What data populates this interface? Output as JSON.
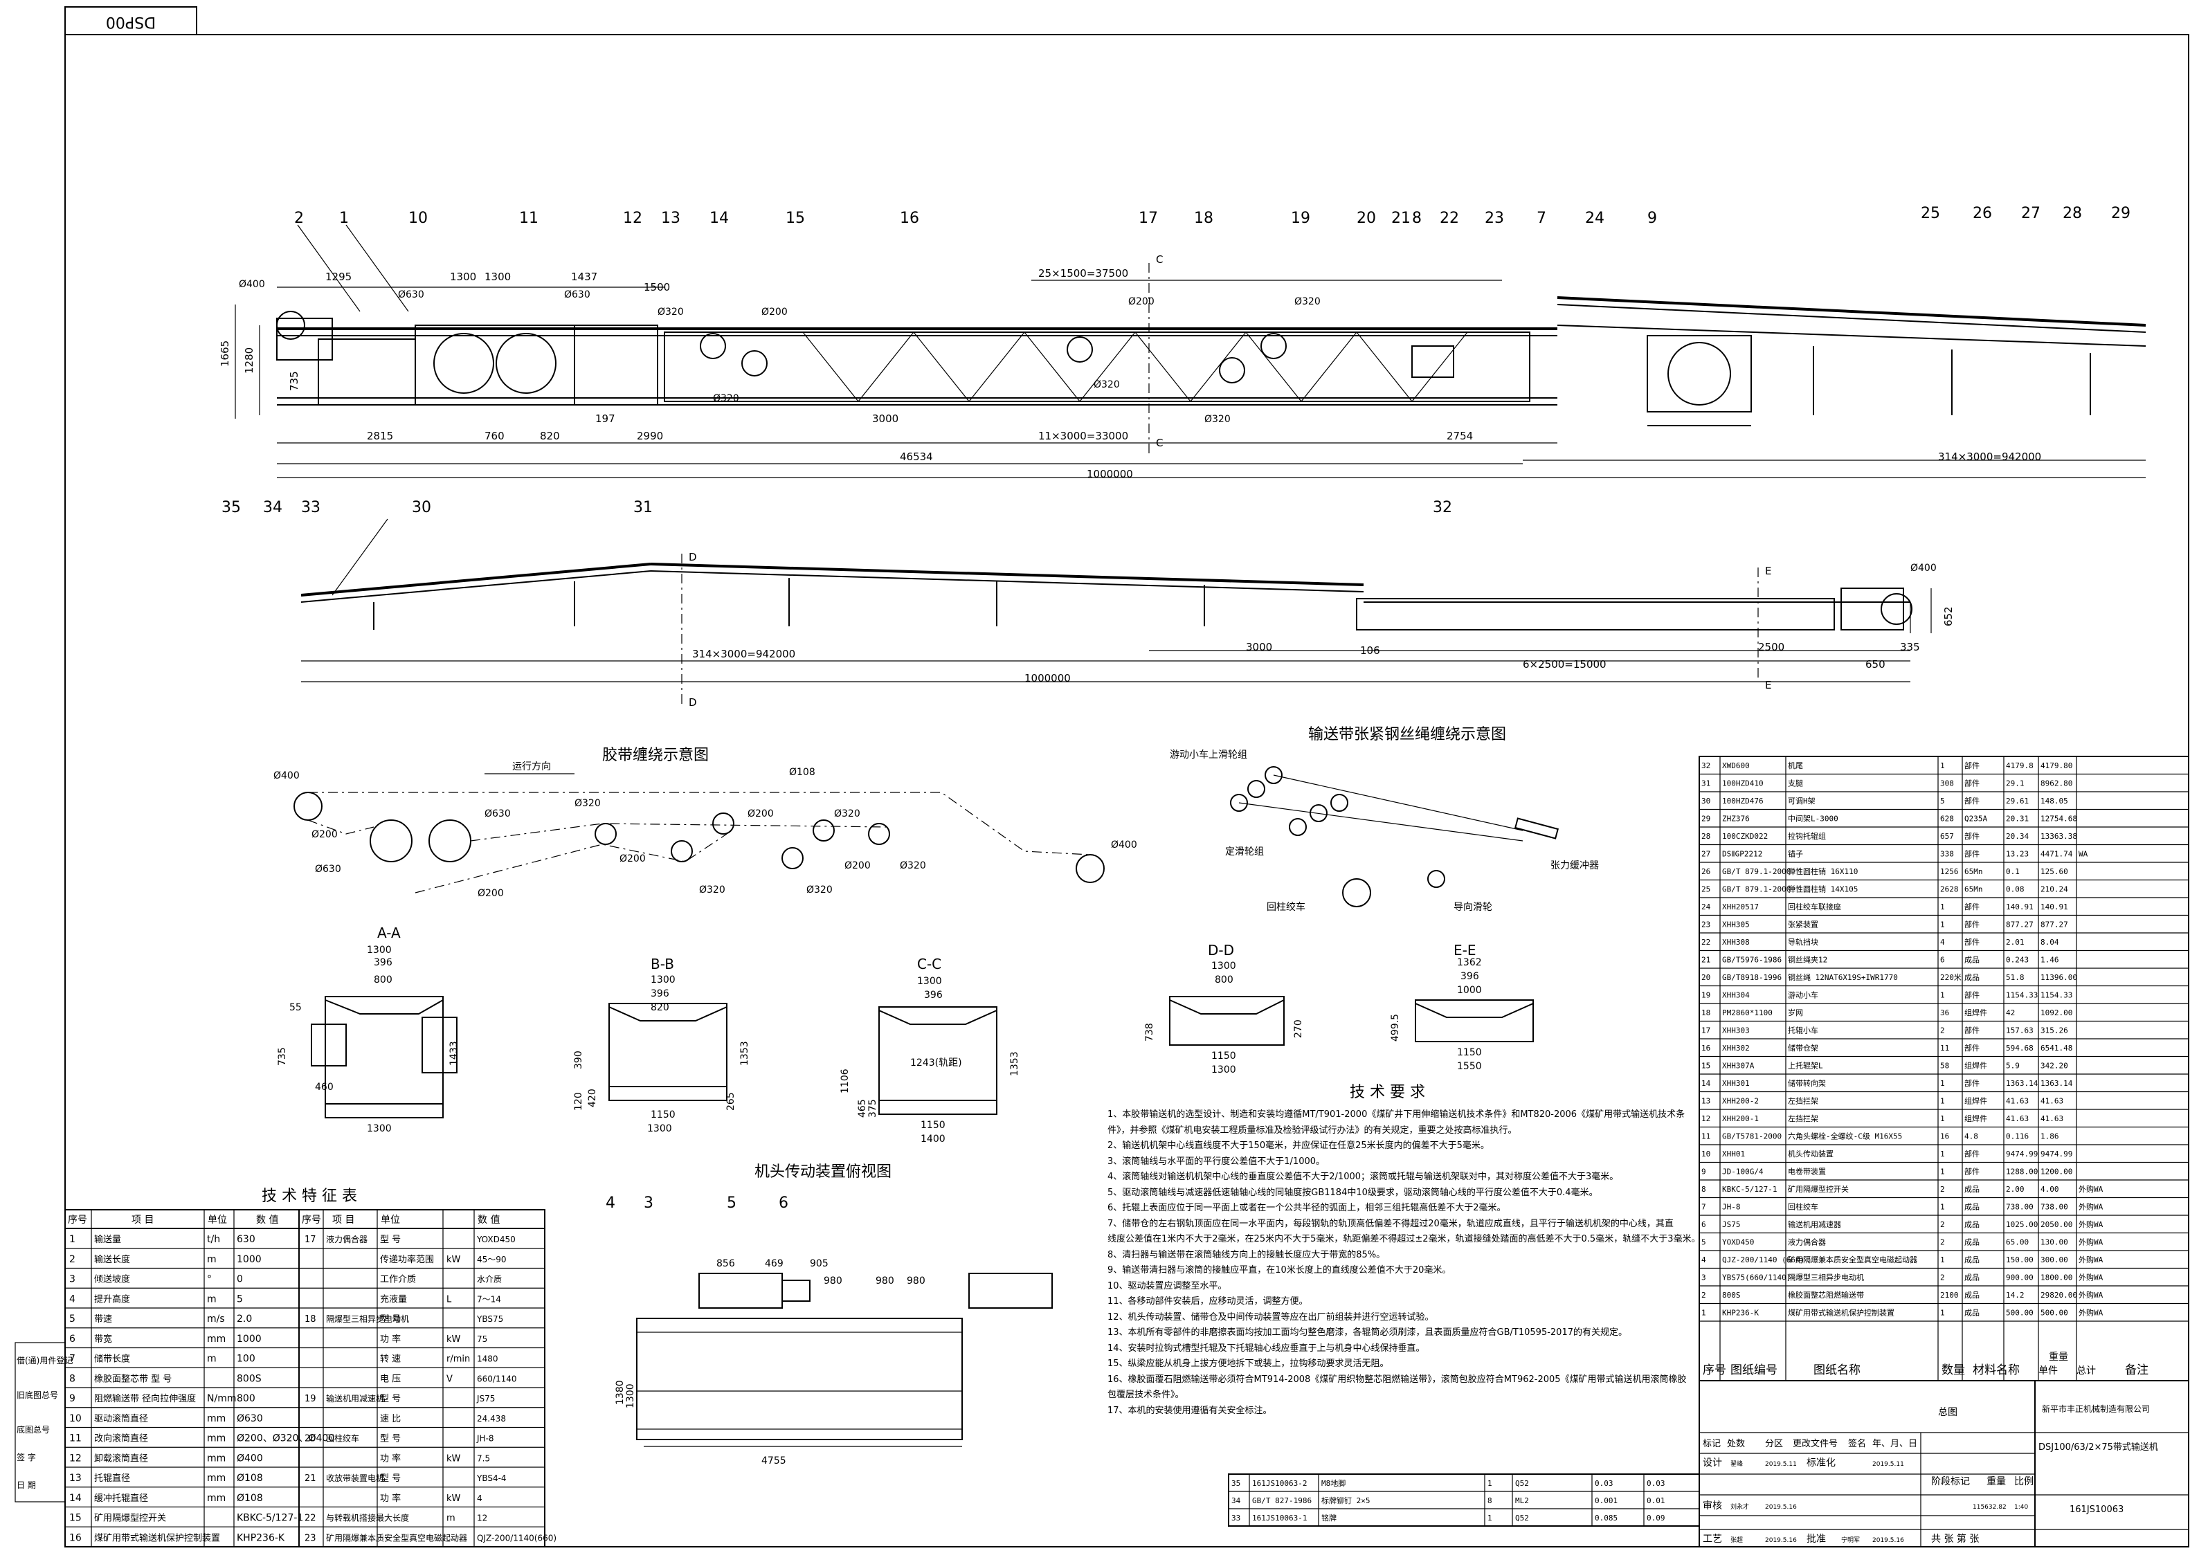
{
  "drawing_code": "DSP00",
  "titles": {
    "belt_wrap": "胶带缠绕示意图",
    "rope_wrap": "输送带张紧钢丝绳缠绕示意图",
    "head_drive": "机头传动装置俯视图",
    "tech_req": "技 术 要 求",
    "spec_table": "技 术 特 征 表"
  },
  "sections": [
    "A-A",
    "B-B",
    "C-C",
    "D-D",
    "E-E"
  ],
  "section_letters": [
    "A",
    "B",
    "C",
    "D",
    "E"
  ],
  "balloons_top": [
    "2",
    "1",
    "10",
    "11",
    "12",
    "13",
    "14",
    "15",
    "16",
    "17",
    "18",
    "19",
    "20",
    "21",
    "8",
    "22",
    "23",
    "7",
    "24",
    "9",
    "25",
    "26",
    "27",
    "28",
    "29"
  ],
  "balloons_mid": [
    "35",
    "34",
    "33",
    "30",
    "31",
    "32"
  ],
  "balloons_drive": [
    "4",
    "3",
    "5",
    "6"
  ],
  "dims_top": [
    "1295",
    "1300",
    "1300",
    "1437",
    "1500",
    "25×1500=37500",
    "1665",
    "1280",
    "735",
    "2815",
    "760",
    "820",
    "197",
    "2990",
    "3000",
    "11×3000=33000",
    "2754",
    "46534",
    "1000000",
    "314×3000=942000"
  ],
  "dia_top": [
    "Ø400",
    "Ø630",
    "Ø630",
    "Ø320",
    "Ø200",
    "Ø320",
    "Ø200",
    "Ø320",
    "Ø320",
    "Ø320"
  ],
  "dims_mid": [
    "314×3000=942000",
    "3000",
    "106",
    "6×2500=15000",
    "2500",
    "650",
    "335",
    "1000000",
    "652",
    "Ø400"
  ],
  "belt_labels": [
    "运行方向",
    "Ø400",
    "Ø200",
    "Ø630",
    "Ø630",
    "Ø320",
    "Ø200",
    "Ø108",
    "Ø320",
    "Ø200",
    "Ø320",
    "Ø320",
    "Ø200",
    "Ø320",
    "Ø200",
    "Ø400"
  ],
  "rope_labels": [
    "游动小车上滑轮组",
    "定滑轮组",
    "回柱绞车",
    "导向滑轮",
    "张力缓冲器"
  ],
  "sec_dims": {
    "aa": [
      "1300",
      "396",
      "800",
      "55",
      "1433",
      "735",
      "460",
      "1300"
    ],
    "bb": [
      "1300",
      "396",
      "820",
      "1150",
      "1300",
      "1353",
      "390",
      "120",
      "420",
      "265"
    ],
    "cc": [
      "1300",
      "396",
      "1243(轨距)",
      "1150",
      "1400",
      "1106",
      "465",
      "375",
      "1353"
    ],
    "dd": [
      "1300",
      "800",
      "738",
      "1150",
      "1300",
      "270"
    ],
    "ee": [
      "1362",
      "396",
      "1000",
      "1150",
      "1550",
      "499.5"
    ]
  },
  "drive_dims": [
    "856",
    "469",
    "905",
    "980",
    "980",
    "980",
    "1380",
    "1300",
    "4755"
  ],
  "tech_notes": [
    "1、本胶带输送机的选型设计、制造和安装均遵循MT/T901-2000《煤矿井下用伸缩输送机技术条件》和MT820-2006《煤矿用带式输送机技术条",
    "件》，并参照《煤矿机电安装工程质量标准及检验评级试行办法》的有关规定，重要之处按高标准执行。",
    "2、输送机机架中心线直线度不大于150毫米，并应保证在任意25米长度内的偏差不大于5毫米。",
    "3、滚筒轴线与水平面的平行度公差值不大于1/1000。",
    "4、滚筒轴线对输送机机架中心线的垂直度公差值不大于2/1000；滚筒或托辊与输送机架联对中，其对称度公差值不大于3毫米。",
    "5、驱动滚筒轴线与减速器低速轴轴心线的同轴度按GB1184中10级要求，驱动滚筒轴心线的平行度公差值不大于0.4毫米。",
    "6、托辊上表面应位于同一平面上或者在一个公共半径的弧面上，相邻三组托辊高低差不大于2毫米。",
    "7、储带仓的左右钢轨顶面应在同一水平面内，每段钢轨的轨顶高低偏差不得超过20毫米，轨道应成直线，且平行于输送机机架的中心线，其直",
    "线度公差值在1米内不大于2毫米，在25米内不大于5毫米，轨距偏差不得超过±2毫米，轨道接缝处踏面的高低差不大于0.5毫米，轨缝不大于3毫米。",
    "8、清扫器与输送带在滚筒轴线方向上的接触长度应大于带宽的85%。",
    "9、输送带清扫器与滚筒的接触应平直，在10米长度上的直线度公差值不大于20毫米。",
    "10、驱动装置应调整至水平。",
    "11、各移动部件安装后，应移动灵活，调整方便。",
    "12、机头传动装置、储带仓及中间传动装置等应在出厂前组装并进行空运转试验。",
    "13、本机所有零部件的非磨擦表面均按加工面均匀整色磨漆，各辊筒必须刷漆，且表面质量应符合GB/T10595-2017的有关规定。",
    "14、安装时拉钩式槽型托辊及下托辊轴心线应垂直于上与机身中心线保持垂直。",
    "15、纵梁应能从机身上拔方便地拆下或装上，拉钩移动要求灵活无阻。",
    "16、橡胶面覆石阻燃输送带必须符合MT914-2008《煤矿用织物整芯阻燃输送带》，滚筒包胶应符合MT962-2005《煤矿用带式输送机用滚筒橡胶",
    "包覆层技术条件》。",
    "17、本机的安装使用遵循有关安全标注。"
  ],
  "spec_table": {
    "headers": [
      "序号",
      "项 目",
      "单位",
      "数 值",
      "序号",
      "项 目",
      "单位",
      "数 值"
    ],
    "left_rows": [
      [
        "1",
        "输送量",
        "t/h",
        "630"
      ],
      [
        "2",
        "输送长度",
        "m",
        "1000"
      ],
      [
        "3",
        "倾送坡度",
        "°",
        "0"
      ],
      [
        "4",
        "提升高度",
        "m",
        "5"
      ],
      [
        "5",
        "带速",
        "m/s",
        "2.0"
      ],
      [
        "6",
        "带宽",
        "mm",
        "1000"
      ],
      [
        "7",
        "储带长度",
        "m",
        "100"
      ],
      [
        "8",
        "橡胶面整芯带 型 号",
        "",
        "800S"
      ],
      [
        "9",
        "阻燃输送带 径向拉伸强度",
        "N/mm",
        "800"
      ],
      [
        "10",
        "驱动滚筒直径",
        "mm",
        "Ø630"
      ],
      [
        "11",
        "改向滚筒直径",
        "mm",
        "Ø200、Ø320、Ø400"
      ],
      [
        "12",
        "卸载滚筒直径",
        "mm",
        "Ø400"
      ],
      [
        "13",
        "托辊直径",
        "mm",
        "Ø108"
      ],
      [
        "14",
        "缓冲托辊直径",
        "mm",
        "Ø108"
      ],
      [
        "15",
        "矿用隔爆型控开关",
        "",
        "KBKC-5/127-1"
      ],
      [
        "16",
        "煤矿用带式输送机保护控制装置",
        "",
        "KHP236-K"
      ]
    ],
    "right_rows": [
      [
        "17",
        "液力偶合器",
        "型 号",
        "",
        "YOXD450"
      ],
      [
        "",
        "",
        "传递功率范围",
        "kW",
        "45～90"
      ],
      [
        "",
        "",
        "工作介质",
        "",
        "水介质"
      ],
      [
        "",
        "",
        "充液量",
        "L",
        "7～14"
      ],
      [
        "18",
        "隔爆型三相异步电动机",
        "型 号",
        "",
        "YBS75"
      ],
      [
        "",
        "",
        "功 率",
        "kW",
        "75"
      ],
      [
        "",
        "",
        "转 速",
        "r/min",
        "1480"
      ],
      [
        "",
        "",
        "电 压",
        "V",
        "660/1140"
      ],
      [
        "19",
        "输送机用减速机",
        "型 号",
        "",
        "JS75"
      ],
      [
        "",
        "",
        "速 比",
        "",
        "24.438"
      ],
      [
        "20",
        "回柱绞车",
        "型 号",
        "",
        "JH-8"
      ],
      [
        "",
        "",
        "功 率",
        "kW",
        "7.5"
      ],
      [
        "21",
        "收放带装置电机",
        "型 号",
        "",
        "YBS4-4"
      ],
      [
        "",
        "",
        "功 率",
        "kW",
        "4"
      ],
      [
        "22",
        "与转载机搭接最大长度",
        "",
        "m",
        "12"
      ],
      [
        "23",
        "矿用隔爆兼本质安全型真空电磁起动器",
        "",
        "",
        "QJZ-200/1140(660)"
      ]
    ]
  },
  "side_labels": [
    "借(通)用件登记",
    "旧底图总号",
    "底图总号",
    "签 字",
    "日 期"
  ],
  "bom": {
    "headers": [
      "序号",
      "图纸编号",
      "图纸名称",
      "数量",
      "材料名称",
      "单件",
      "总计",
      "备注"
    ],
    "weight_header": "重量",
    "rows": [
      [
        "32",
        "XWD600",
        "机尾",
        "1",
        "部件",
        "4179.8",
        "4179.80",
        ""
      ],
      [
        "31",
        "100HZD410",
        "支腿",
        "308",
        "部件",
        "29.1",
        "8962.80",
        ""
      ],
      [
        "30",
        "100HZD476",
        "可调H架",
        "5",
        "部件",
        "29.61",
        "148.05",
        ""
      ],
      [
        "29",
        "ZHZ376",
        "中间架L-3000",
        "628",
        "Q235A",
        "20.31",
        "12754.68",
        ""
      ],
      [
        "28",
        "100CZKD022",
        "拉钩托辊组",
        "657",
        "部件",
        "20.34",
        "13363.38",
        ""
      ],
      [
        "27",
        "DSⅡGP2212",
        "锚子",
        "338",
        "部件",
        "13.23",
        "4471.74",
        "WA"
      ],
      [
        "26",
        "GB/T 879.1-2000",
        "弹性圆柱销 16X110",
        "1256",
        "65Mn",
        "0.1",
        "125.60",
        ""
      ],
      [
        "25",
        "GB/T 879.1-2000",
        "弹性圆柱销 14X105",
        "2628",
        "65Mn",
        "0.08",
        "210.24",
        ""
      ],
      [
        "24",
        "XHH20517",
        "回柱绞车联接座",
        "1",
        "部件",
        "140.91",
        "140.91",
        ""
      ],
      [
        "23",
        "XHH305",
        "张紧装置",
        "1",
        "部件",
        "877.27",
        "877.27",
        ""
      ],
      [
        "22",
        "XHH308",
        "导轨挡块",
        "4",
        "部件",
        "2.01",
        "8.04",
        ""
      ],
      [
        "21",
        "GB/T5976-1986",
        "钢丝绳夹12",
        "6",
        "成品",
        "0.243",
        "1.46",
        ""
      ],
      [
        "20",
        "GB/T8918-1996",
        "钢丝绳 12NAT6X19S+IWR1770",
        "220米",
        "成品",
        "51.8",
        "11396.00",
        ""
      ],
      [
        "19",
        "XHH304",
        "游动小车",
        "1",
        "部件",
        "1154.33",
        "1154.33",
        ""
      ],
      [
        "18",
        "PM2860*1100",
        "岁网",
        "36",
        "组焊件",
        "42",
        "1092.00",
        ""
      ],
      [
        "17",
        "XHH303",
        "托辊小车",
        "2",
        "部件",
        "157.63",
        "315.26",
        ""
      ],
      [
        "16",
        "XHH302",
        "储带仓架",
        "11",
        "部件",
        "594.68",
        "6541.48",
        ""
      ],
      [
        "15",
        "XHH307A",
        "上托辊架L",
        "58",
        "组焊件",
        "5.9",
        "342.20",
        ""
      ],
      [
        "14",
        "XHH301",
        "储带转向架",
        "1",
        "部件",
        "1363.14",
        "1363.14",
        ""
      ],
      [
        "13",
        "XHH200-2",
        "左挡拦架",
        "1",
        "组焊件",
        "41.63",
        "41.63",
        ""
      ],
      [
        "12",
        "XHH200-1",
        "左挡拦架",
        "1",
        "组焊件",
        "41.63",
        "41.63",
        ""
      ],
      [
        "11",
        "GB/T5781-2000",
        "六角头螺栓-全螺纹-C级 M16X55",
        "16",
        "4.8",
        "0.116",
        "1.86",
        ""
      ],
      [
        "10",
        "XHH01",
        "机头传动装置",
        "1",
        "部件",
        "9474.99",
        "9474.99",
        ""
      ],
      [
        "9",
        "JD-100G/4",
        "电卷带装置",
        "1",
        "部件",
        "1288.00",
        "1200.00",
        ""
      ],
      [
        "8",
        "KBKC-5/127-1",
        "矿用隔爆型控开关",
        "2",
        "成品",
        "2.00",
        "4.00",
        "外购WA"
      ],
      [
        "7",
        "JH-8",
        "回柱绞车",
        "1",
        "成品",
        "738.00",
        "738.00",
        "外购WA"
      ],
      [
        "6",
        "JS75",
        "输送机用减速器",
        "2",
        "成品",
        "1025.00",
        "2050.00",
        "外购WA"
      ],
      [
        "5",
        "YOXD450",
        "液力偶合器",
        "2",
        "成品",
        "65.00",
        "130.00",
        "外购WA"
      ],
      [
        "4",
        "QJZ-200/1140 (660)",
        "矿用隔爆兼本质安全型真空电磁起动器",
        "1",
        "成品",
        "150.00",
        "300.00",
        "外购WA"
      ],
      [
        "3",
        "YBS75(660/1140)",
        "隔爆型三相异步电动机",
        "2",
        "成品",
        "900.00",
        "1800.00",
        "外购WA"
      ],
      [
        "2",
        "800S",
        "橡胶面整芯阻燃输送带",
        "2100",
        "成品",
        "14.2",
        "29820.00",
        "外购WA"
      ],
      [
        "1",
        "KHP236-K",
        "煤矿用带式输送机保护控制装置",
        "1",
        "成品",
        "500.00",
        "500.00",
        "外购WA"
      ]
    ]
  },
  "title_block": {
    "assembly": "总图",
    "company": "新平市丰正机械制造有限公司",
    "product": "DSJ100/63/2×75带式输送机",
    "drawing_no": "161JS10063",
    "weight": "115632.82",
    "scale": "1:40",
    "stage_mark": "阶段标记",
    "weight_label": "重量",
    "scale_label": "比例",
    "rev_cols": [
      "标记",
      "处数",
      "分区",
      "更改文件号",
      "签名",
      "年、月、日"
    ],
    "roles": [
      "设计",
      "审核",
      "工艺"
    ],
    "std_label": "标准化",
    "approve_label": "批准",
    "names": [
      "翟峰",
      "刘永才",
      "张超",
      "宁明军"
    ],
    "dates": [
      "2019.5.11",
      "2019.5.11",
      "2019.5.16",
      "2019.5.16",
      "2019.5.16"
    ],
    "sheets": "共    张  第    张"
  },
  "bom_small": {
    "rows": [
      [
        "35",
        "161JS10063-2",
        "M8地脚",
        "1",
        "Q52",
        "0.03",
        "0.03"
      ],
      [
        "34",
        "GB/T 827-1986",
        "标牌铆钉 2×5",
        "8",
        "ML2",
        "0.001",
        "0.01"
      ],
      [
        "33",
        "161JS10063-1",
        "铭牌",
        "1",
        "Q52",
        "0.085",
        "0.09"
      ]
    ]
  }
}
